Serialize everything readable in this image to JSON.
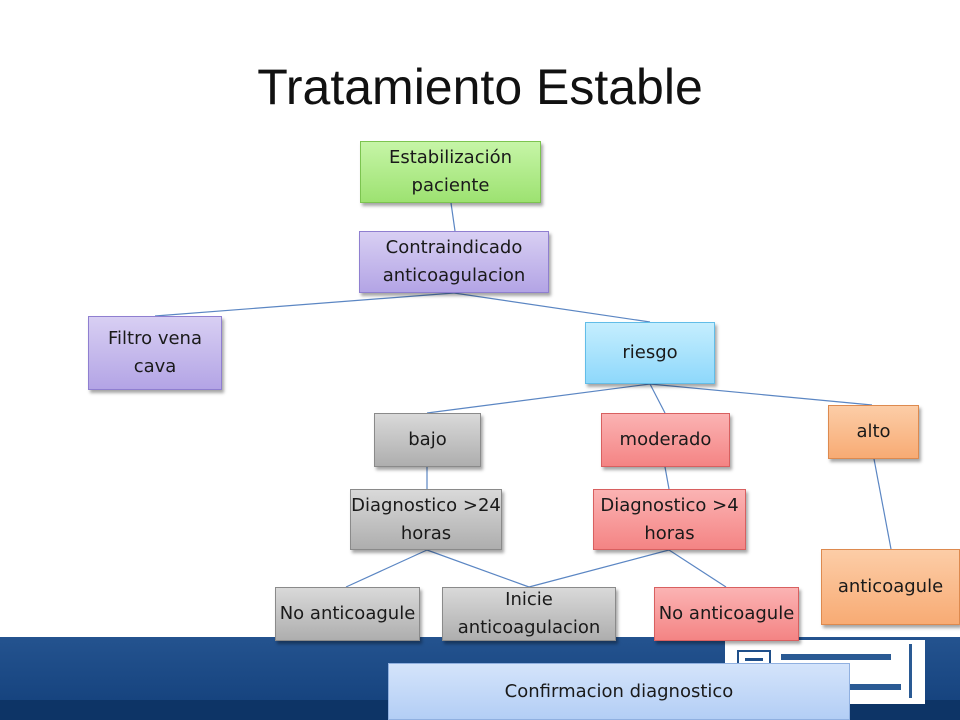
{
  "title": "Tratamiento Estable",
  "nodes": {
    "estabilizacion": "Estabilización paciente",
    "contraindicado": "Contraindicado anticoagulacion",
    "filtro": "Filtro vena cava",
    "riesgo": "riesgo",
    "bajo": "bajo",
    "moderado": "moderado",
    "alto": "alto",
    "diag24": "Diagnostico >24 horas",
    "diag4": "Diagnostico >4 horas",
    "anticoagule": "anticoagule",
    "no_anticoagule_1": "No anticoagule",
    "inicie": "Inicie anticoagulacion",
    "no_anticoagule_2": "No anticoagule",
    "confirmacion": "Confirmacion diagnostico"
  },
  "colors": {
    "green": "#9de271",
    "purple": "#b3a4e5",
    "blue": "#8ed8fb",
    "gray": "#aeaeae",
    "red": "#f48484",
    "orange": "#f8ab74",
    "light_blue": "#b3cef5",
    "connector": "#5b86c3",
    "footer_blue": "#1b4883"
  },
  "footer": {
    "logo_icon": "clinic-logo-icon"
  }
}
